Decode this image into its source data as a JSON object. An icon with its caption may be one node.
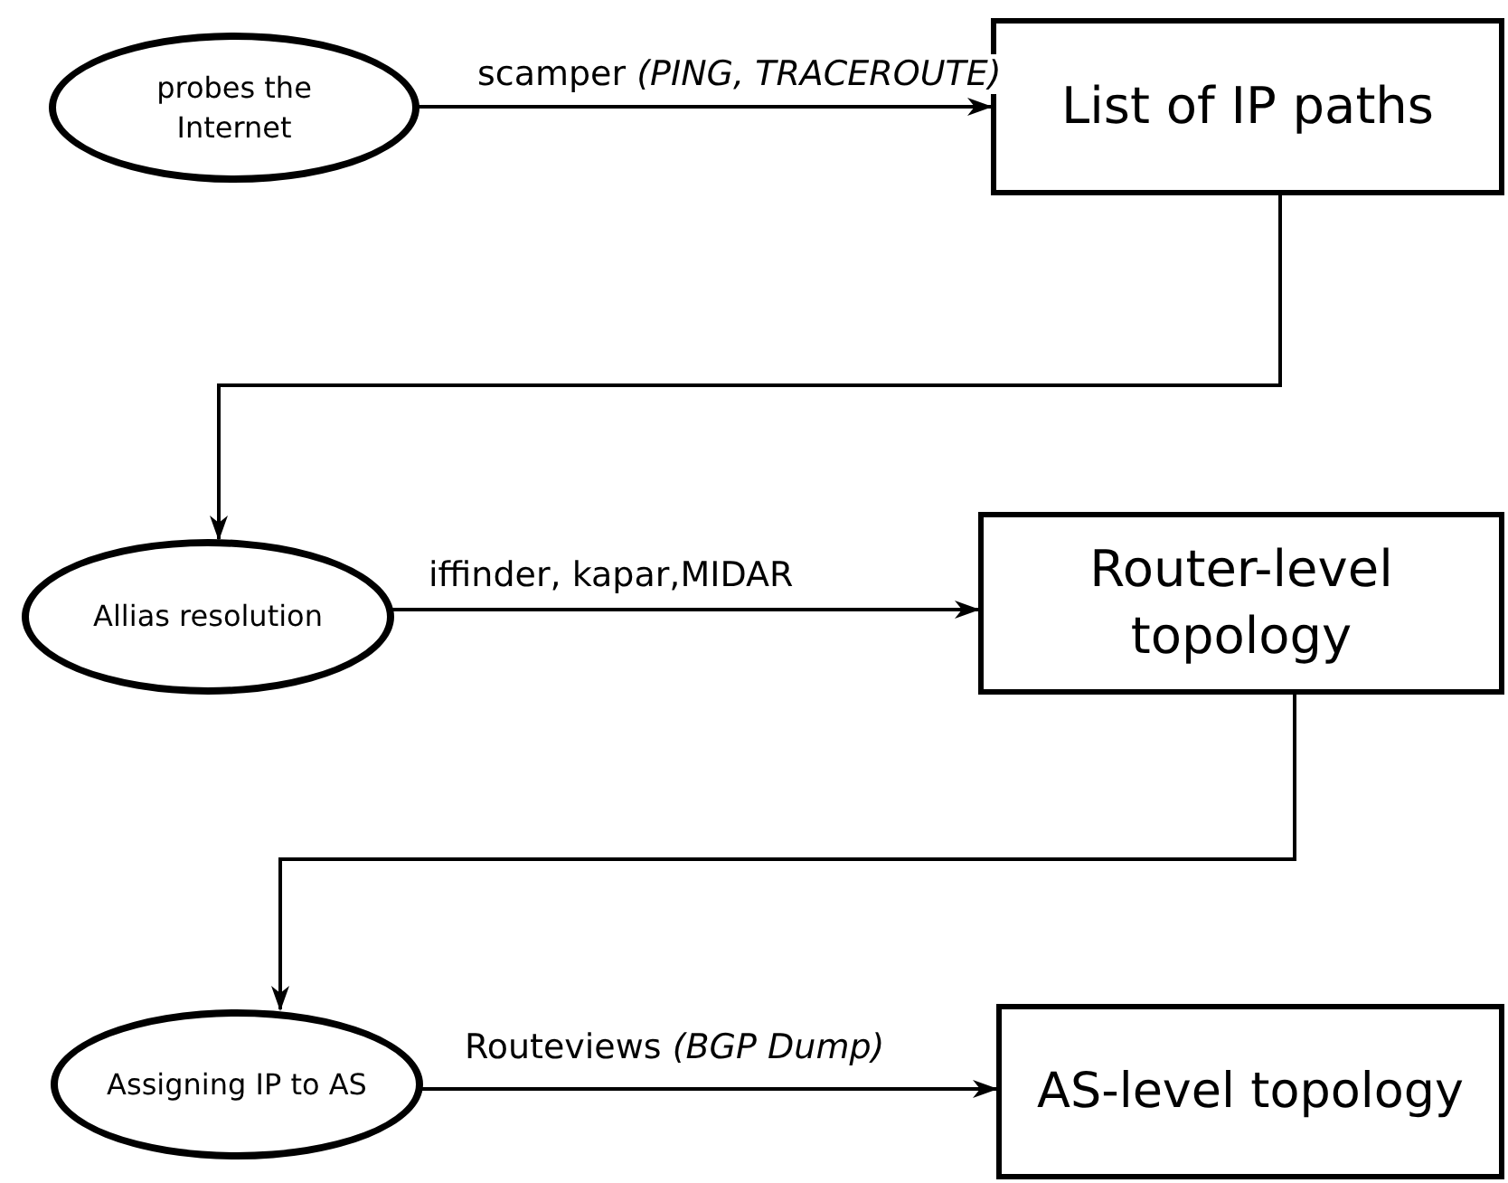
{
  "diagram": {
    "nodes": [
      {
        "text": [
          "probes the Internet"
        ]
      },
      {
        "text": [
          "List of IP paths"
        ]
      },
      {
        "text": [
          "Allias resolution"
        ]
      },
      {
        "text": [
          "Router-level topology"
        ]
      },
      {
        "text": [
          "Assigning IP to AS"
        ]
      },
      {
        "text": [
          "AS-level topology"
        ]
      }
    ],
    "edges": [
      {
        "from": 0,
        "to": 1,
        "arrow": "to",
        "label": "scamper *(PING, TRACEROUTE)*"
      },
      {
        "from": 1,
        "to": 2,
        "arrow": "to"
      },
      {
        "from": 2,
        "to": 3,
        "arrow": "to",
        "label": "iffinder, kapar,MIDAR"
      },
      {
        "from": 3,
        "to": 4,
        "arrow": "to"
      },
      {
        "from": 4,
        "to": 5,
        "arrow": "to",
        "label": "Routeviews *(BGP Dump)*"
      }
    ]
  }
}
